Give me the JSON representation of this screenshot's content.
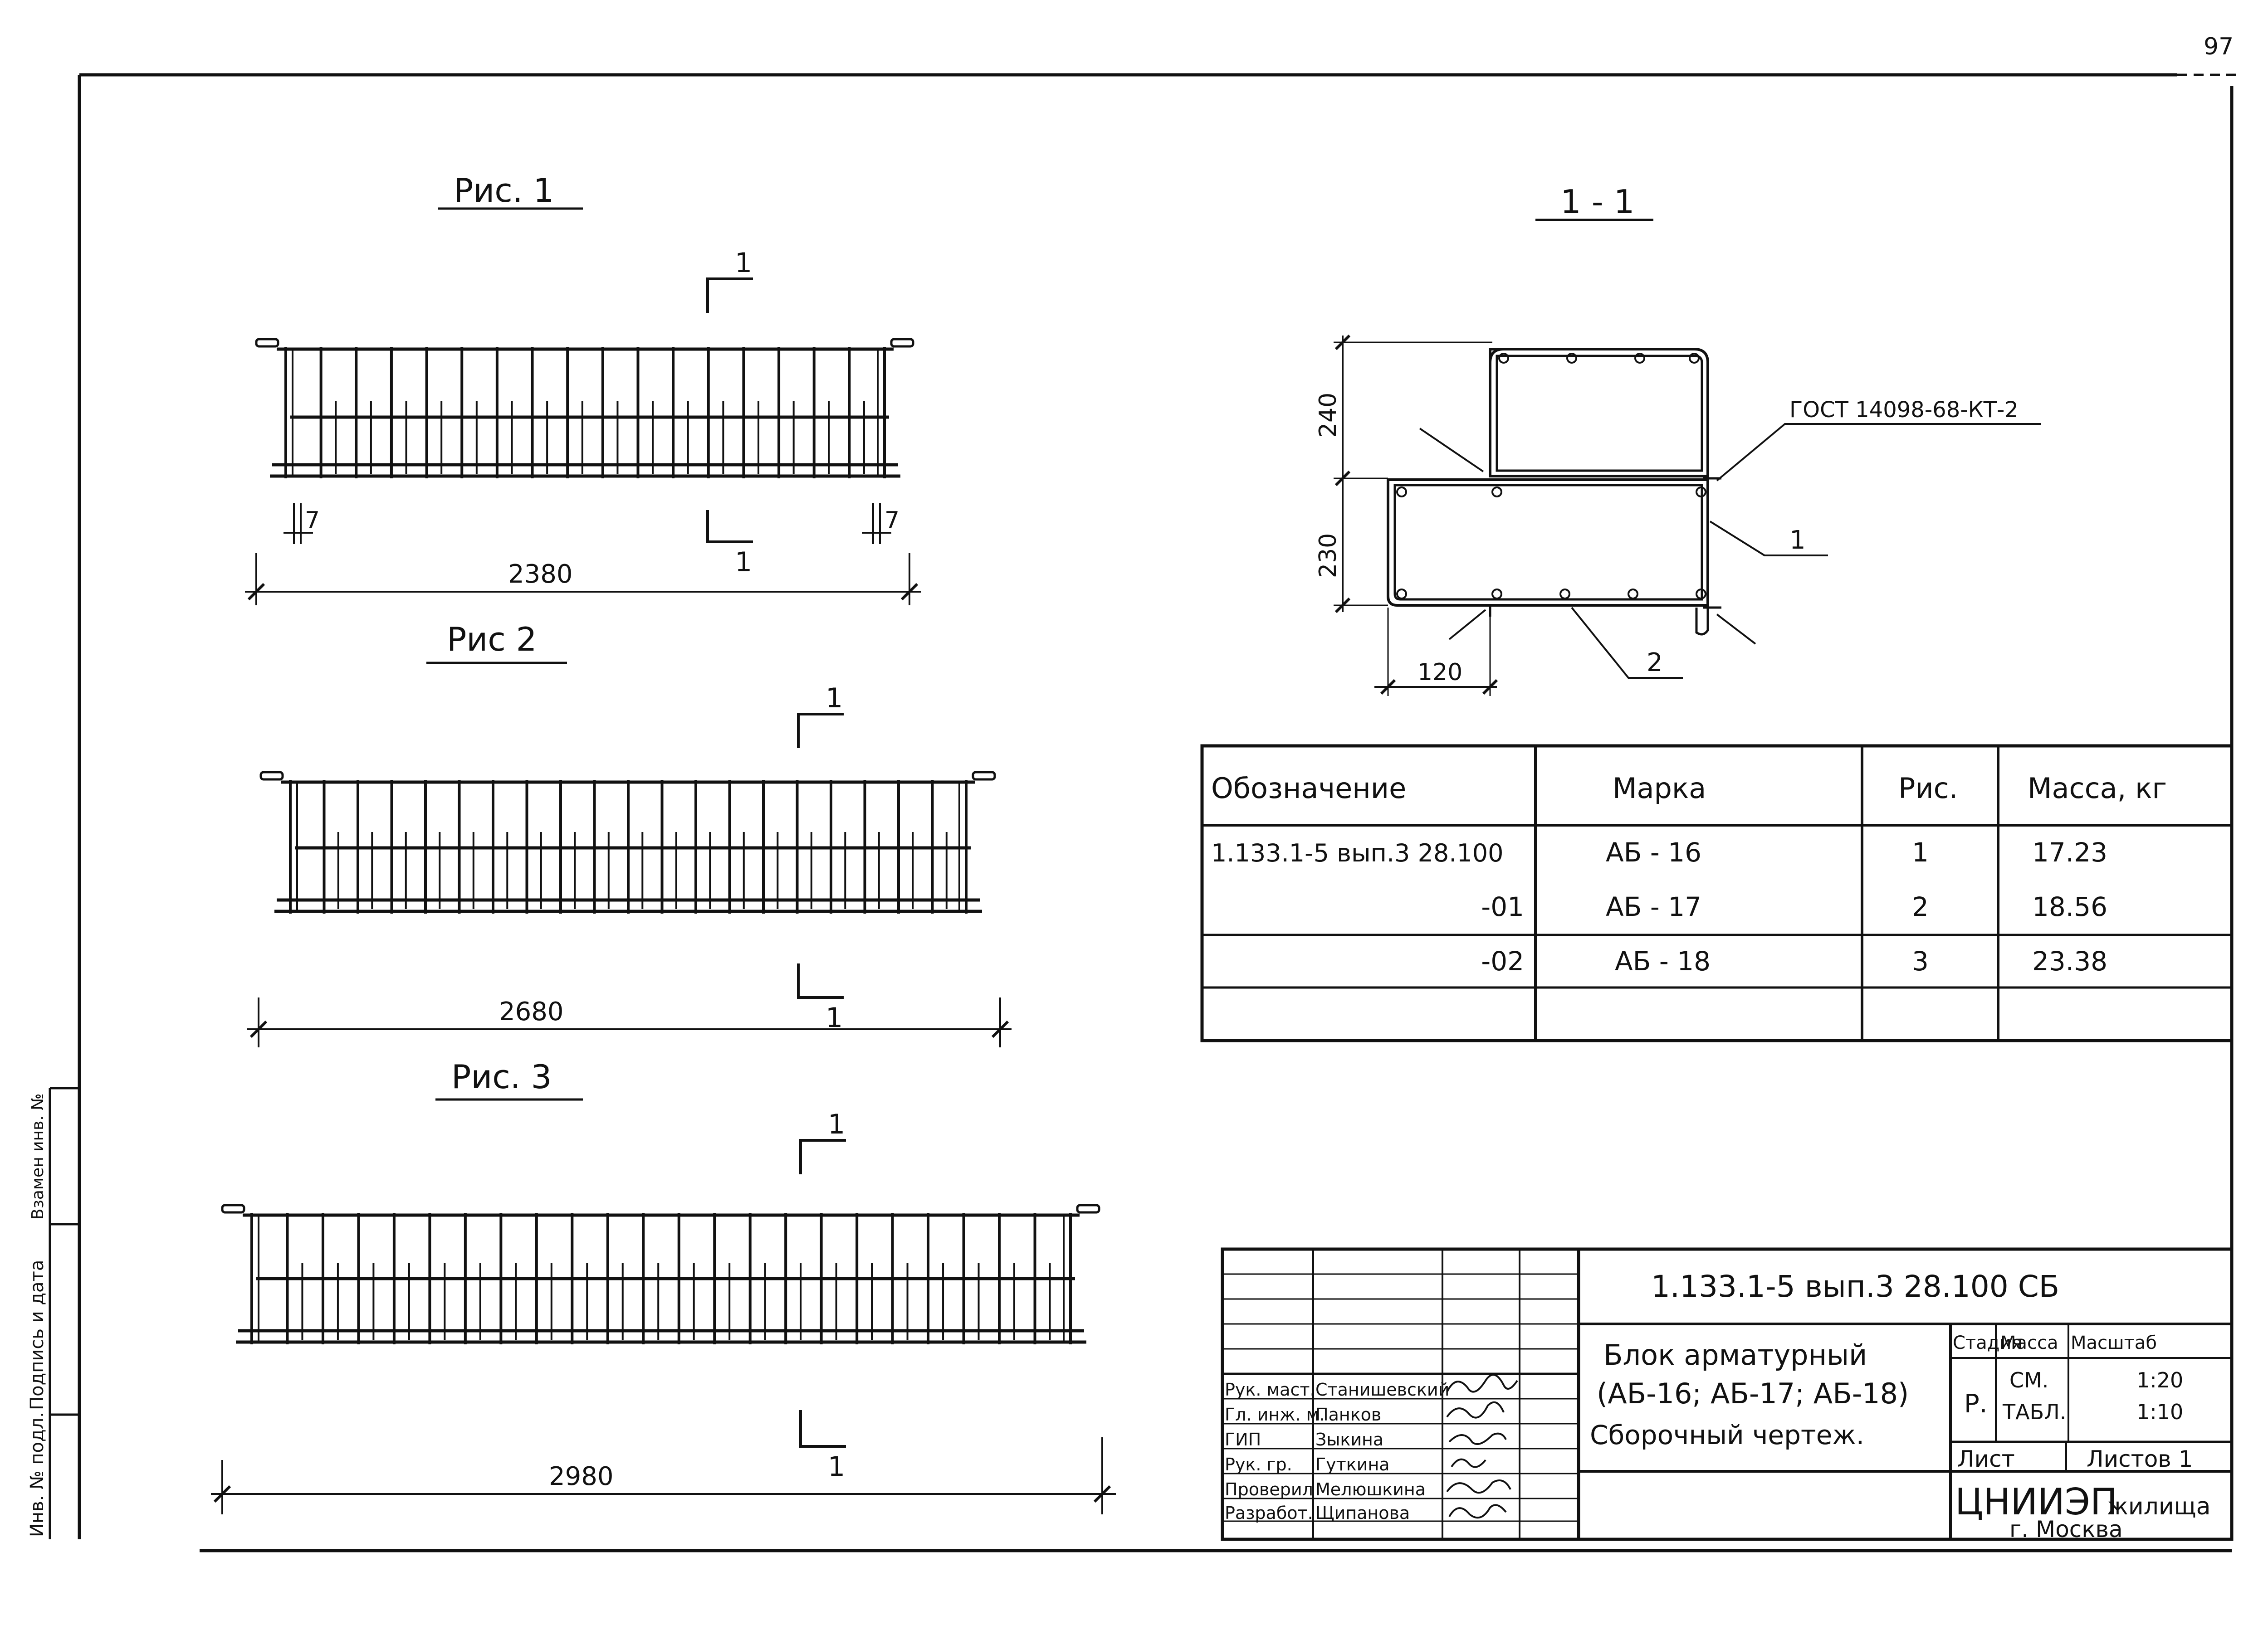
{
  "page_number": "97",
  "figures": [
    {
      "title": "Рис. 1",
      "section_mark": "1",
      "dimension": "2380",
      "end_offset": "7"
    },
    {
      "title": "Рис 2",
      "section_mark": "1",
      "dimension": "2680"
    },
    {
      "title": "Рис. 3",
      "section_mark": "1",
      "dimension": "2980"
    }
  ],
  "section": {
    "title": "1 - 1",
    "dim_top": "240",
    "dim_bottom": "230",
    "dim_width": "120",
    "gost_label": "ГОСТ 14098-68-КТ-2",
    "callout_1": "1",
    "callout_2": "2"
  },
  "spec_table": {
    "headers": [
      "Обозначение",
      "Марка",
      "Рис.",
      "Масса, кг"
    ],
    "rows": [
      [
        "1.133.1-5 вып.3 28.100",
        "АБ - 16",
        "1",
        "17.23"
      ],
      [
        "-01",
        "АБ - 17",
        "2",
        "18.56"
      ],
      [
        "-02",
        "АБ - 18",
        "3",
        "23.38"
      ],
      [
        "",
        "",
        "",
        ""
      ]
    ]
  },
  "title_block": {
    "doc_code": "1.133.1-5 вып.3 28.100 СБ",
    "name_line1": "Блок арматурный",
    "name_line2": "(АБ-16; АБ-17; АБ-18)",
    "name_line3": "Сборочный чертеж.",
    "stage_header": "Стадия",
    "mass_header": "Масса",
    "scale_header": "Масштаб",
    "stage_value": "Р.",
    "mass_value_1": "СМ.",
    "mass_value_2": "ТАБЛ.",
    "scale_value_1": "1:20",
    "scale_value_2": "1:10",
    "sheet_label": "Лист",
    "sheets_label": "Листов 1",
    "org_name": "ЦНИИЭП",
    "org_suffix": "жилища",
    "org_city": "г. Москва",
    "staff": [
      {
        "role": "Рук. маст.",
        "name": "Станишевский"
      },
      {
        "role": "Гл. инж. м.",
        "name": "Панков"
      },
      {
        "role": "ГИП",
        "name": "Зыкина"
      },
      {
        "role": "Рук. гр.",
        "name": "Гуткина"
      },
      {
        "role": "Проверил",
        "name": "Мелюшкина"
      },
      {
        "role": "Разработ.",
        "name": "Щипанова"
      }
    ]
  },
  "side_stamp": {
    "inv_label": "Инв. № подл.",
    "sign_label": "Подпись и дата",
    "replace_label": "Взамен инв. №"
  }
}
